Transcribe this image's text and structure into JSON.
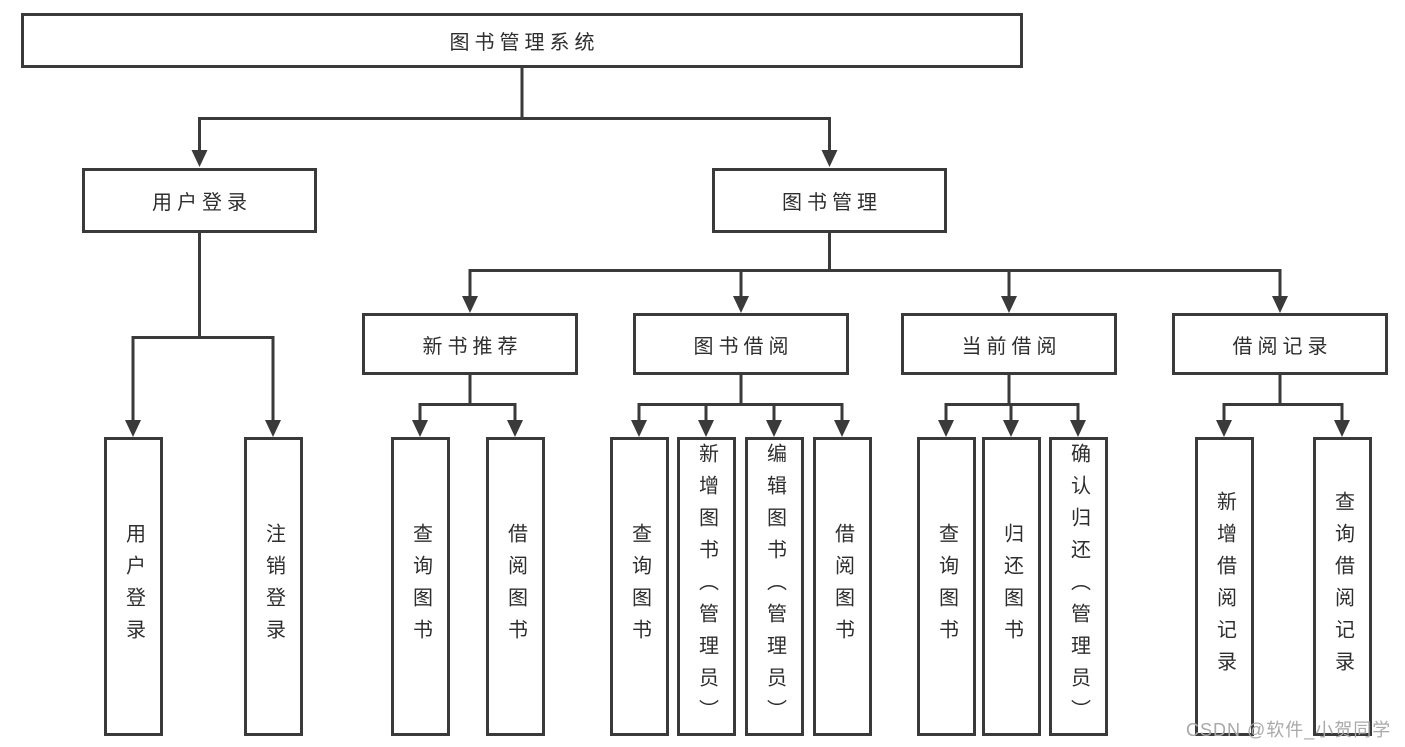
{
  "colors": {
    "background": "#ffffff",
    "line": "#3a3a3a",
    "box_border": "#3a3a3a",
    "text": "#2e2e2e",
    "watermark": "#a9a9a9"
  },
  "nodes": {
    "root": {
      "label": "图书管理系统"
    },
    "level2": [
      {
        "label": "用户登录"
      },
      {
        "label": "图书管理"
      }
    ],
    "level3": [
      {
        "label": "新书推荐"
      },
      {
        "label": "图书借阅"
      },
      {
        "label": "当前借阅"
      },
      {
        "label": "借阅记录"
      }
    ],
    "level4": [
      {
        "label": "用户登录"
      },
      {
        "label": "注销登录"
      },
      {
        "label": "查询图书"
      },
      {
        "label": "借阅图书"
      },
      {
        "label": "查询图书"
      },
      {
        "label": "新增图书（管理员）"
      },
      {
        "label": "编辑图书（管理员）"
      },
      {
        "label": "借阅图书"
      },
      {
        "label": "查询图书"
      },
      {
        "label": "归还图书"
      },
      {
        "label": "确认归还（管理员）"
      },
      {
        "label": "新增借阅记录"
      },
      {
        "label": "查询借阅记录"
      }
    ]
  },
  "watermark": {
    "text": "CSDN @软件_小贺同学"
  }
}
